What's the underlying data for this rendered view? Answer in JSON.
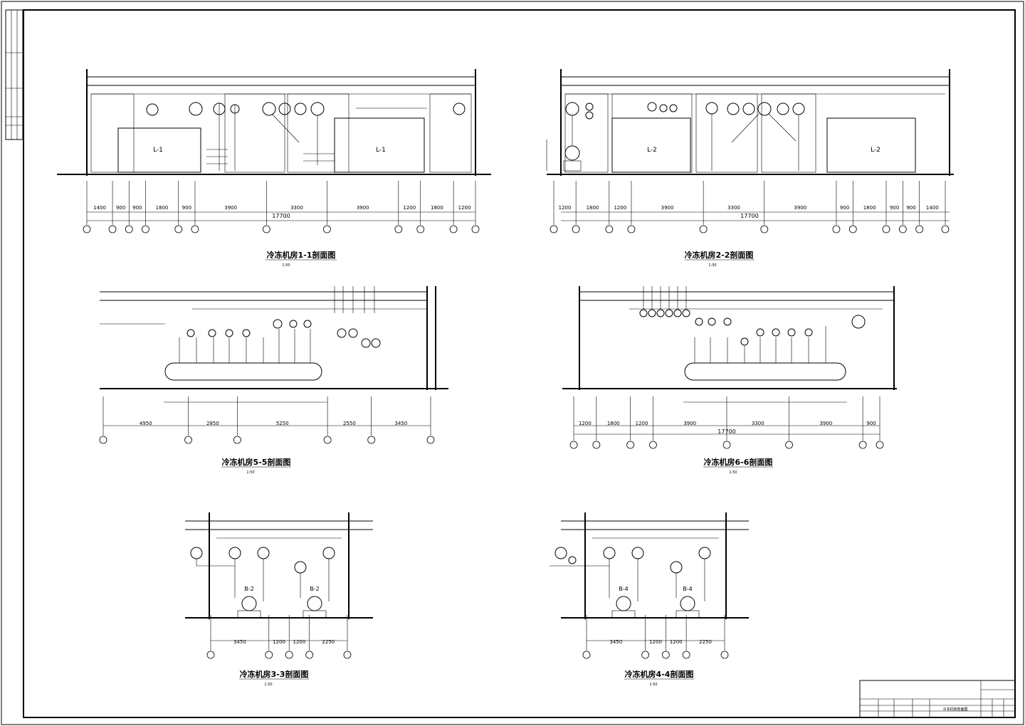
{
  "sheet": {
    "border_color": "#000000",
    "background": "#ffffff"
  },
  "views": [
    {
      "id": "v11",
      "title": "冷冻机房1-1剖面图",
      "scale": "1:50",
      "unit_labels": [
        "L-1",
        "L-1"
      ],
      "dims": [
        "1400",
        "900",
        "900",
        "1800",
        "900",
        "3900",
        "3300",
        "3900",
        "1200",
        "1800",
        "1200"
      ],
      "total": "17700"
    },
    {
      "id": "v22",
      "title": "冷冻机房2-2剖面图",
      "scale": "1:50",
      "unit_labels": [
        "L-2",
        "L-2"
      ],
      "dims": [
        "1200",
        "1800",
        "1200",
        "3900",
        "3300",
        "3900",
        "900",
        "1800",
        "900",
        "900",
        "1400"
      ],
      "total": "17700"
    },
    {
      "id": "v55",
      "title": "冷冻机房5-5剖面图",
      "scale": "1:50",
      "dims": [
        "4950",
        "2850",
        "5250",
        "2550",
        "3450"
      ]
    },
    {
      "id": "v66",
      "title": "冷冻机房6-6剖面图",
      "scale": "1:50",
      "dims": [
        "1200",
        "1800",
        "1200",
        "3900",
        "3300",
        "3900",
        "900"
      ],
      "total": "17700"
    },
    {
      "id": "v33",
      "title": "冷冻机房3-3剖面图",
      "scale": "1:50",
      "unit_labels": [
        "B-2",
        "B-2"
      ],
      "dims": [
        "3450",
        "1200",
        "1200",
        "2250"
      ]
    },
    {
      "id": "v44",
      "title": "冷冻机房4-4剖面图",
      "scale": "1:50",
      "unit_labels": [
        "B-4",
        "B-4"
      ],
      "dims": [
        "3450",
        "1200",
        "1200",
        "2250"
      ]
    }
  ],
  "title_block": {
    "drawing_name": "冷冻机房剖面图"
  }
}
